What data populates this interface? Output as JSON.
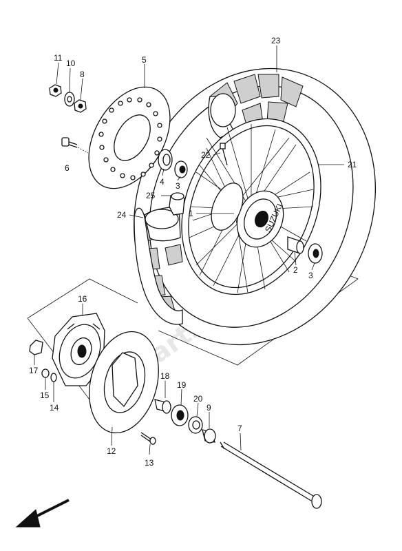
{
  "diagram": {
    "part_labels": {
      "p1": "1",
      "p2": "2",
      "p3a": "3",
      "p3b": "3",
      "p4": "4",
      "p5": "5",
      "p6": "6",
      "p7": "7",
      "p8": "8",
      "p9": "9",
      "p10": "10",
      "p11": "11",
      "p12": "12",
      "p13": "13",
      "p14": "14",
      "p15": "15",
      "p16": "16",
      "p17": "17",
      "p18": "18",
      "p19": "19",
      "p20": "20",
      "p21": "21",
      "p22": "22",
      "p23": "23",
      "p24": "24",
      "p25": "25"
    },
    "watermark": "PartsRepublik",
    "hub_marking": "SUZUKI",
    "direction_arrow": "front-arrow-icon"
  }
}
